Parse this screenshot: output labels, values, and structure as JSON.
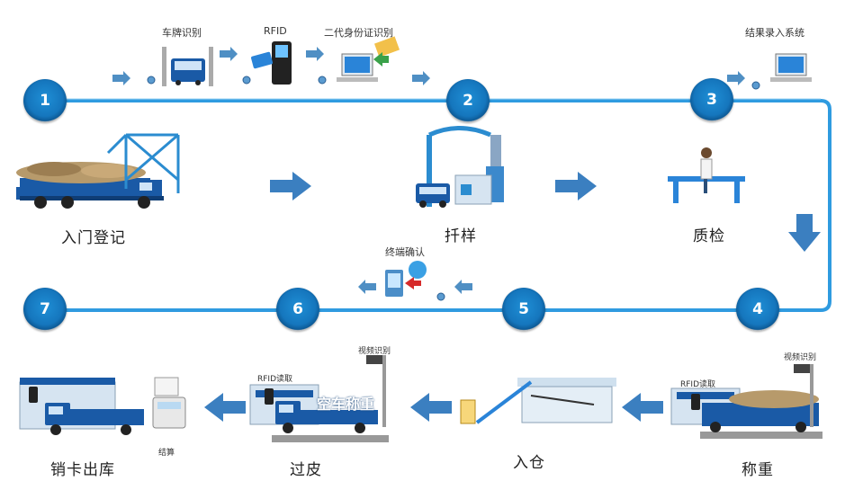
{
  "nodes": [
    "1",
    "2",
    "3",
    "4",
    "5",
    "6",
    "7"
  ],
  "steps": {
    "entry": "入门登记",
    "sampling": "扦样",
    "inspection": "质检",
    "weighing": "称重",
    "warehouse": "入仓",
    "tare": "过皮",
    "checkout": "销卡出库"
  },
  "tags": {
    "plate_recognition": "车牌识别",
    "rfid": "RFID",
    "id_card": "二代身份证识别",
    "result_entry": "结果录入系统",
    "terminal_confirm": "终端确认",
    "video_1": "视频识别",
    "video_2": "视频识别",
    "rfid_read_1": "RFID读取",
    "rfid_read_2": "RFID读取",
    "empty_weigh": "空车称重",
    "settlement": "结算"
  },
  "colors": {
    "line": "#2f9be0",
    "arrow": "#2e6fa8",
    "truck": "#1a5aa6",
    "node": "#1576bd"
  }
}
